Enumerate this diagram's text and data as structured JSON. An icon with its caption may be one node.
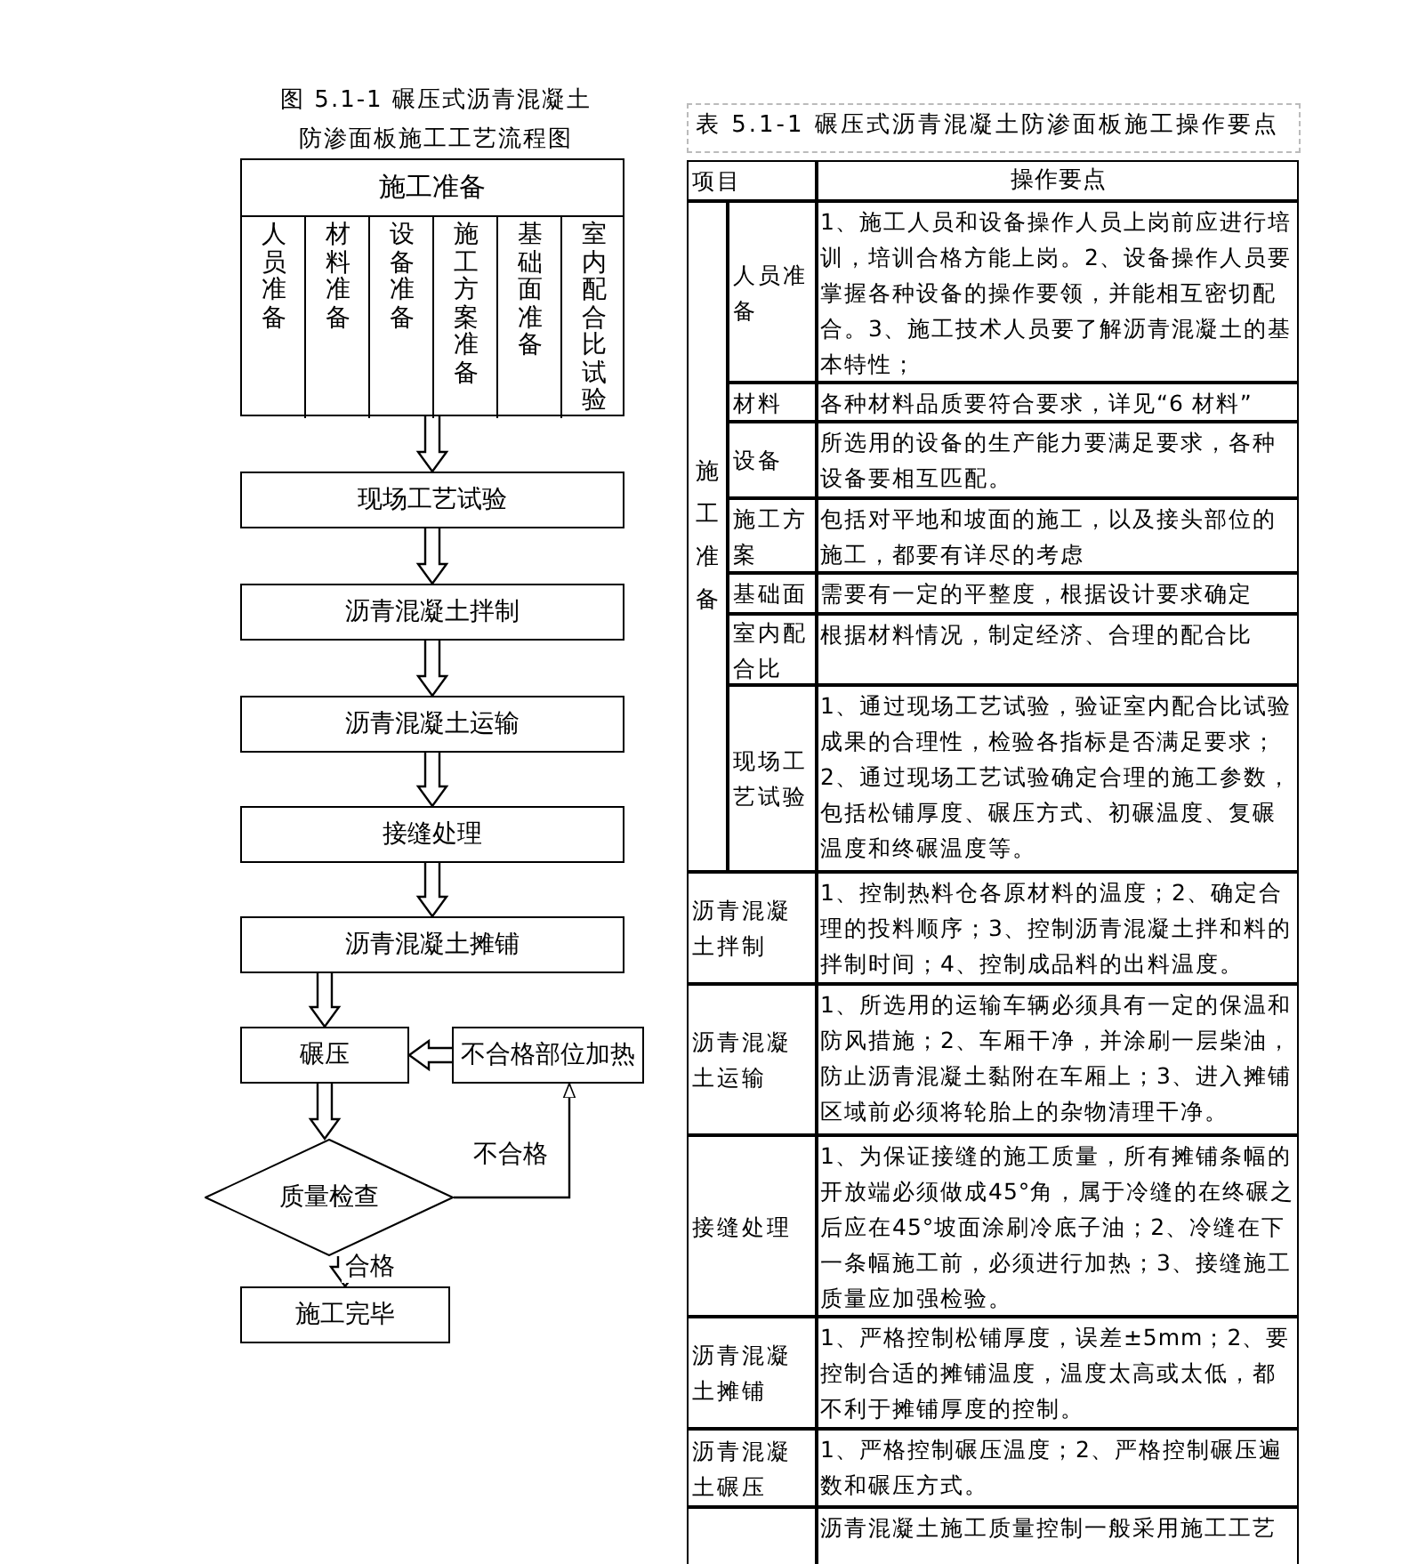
{
  "diagram": {
    "title": "图 5.1-1 碾压式沥青混凝土防渗面板施工工艺流程图",
    "nodes": [
      {
        "text": [
          "施工准备"
        ]
      },
      {
        "text": [
          "人员准备"
        ],
        "in": 0
      },
      {
        "text": [
          "材料准备"
        ],
        "in": 0
      },
      {
        "text": [
          "设备准备"
        ],
        "in": 0
      },
      {
        "text": [
          "施工方案准备"
        ],
        "in": 0
      },
      {
        "text": [
          "基础面准备"
        ],
        "in": 0
      },
      {
        "text": [
          "室内配合比试验"
        ],
        "in": 0
      },
      {
        "text": [
          "现场工艺试验"
        ]
      },
      {
        "text": [
          "沥青混凝土拌制"
        ]
      },
      {
        "text": [
          "沥青混凝土运输"
        ]
      },
      {
        "text": [
          "接缝处理"
        ]
      },
      {
        "text": [
          "沥青混凝土摊铺"
        ]
      },
      {
        "text": [
          "碾压"
        ]
      },
      {
        "text": [
          "不合格部位加热"
        ]
      },
      {
        "text": [
          "质量检查"
        ]
      },
      {
        "text": [
          "施工完毕"
        ]
      }
    ],
    "edges": [
      {
        "from": 0,
        "to": 7,
        "arrow": "to"
      },
      {
        "from": 7,
        "to": 8,
        "arrow": "to"
      },
      {
        "from": 8,
        "to": 9,
        "arrow": "to"
      },
      {
        "from": 9,
        "to": 10,
        "arrow": "to"
      },
      {
        "from": 10,
        "to": 11,
        "arrow": "to"
      },
      {
        "from": 11,
        "to": 12,
        "arrow": "to"
      },
      {
        "from": 13,
        "to": 12,
        "arrow": "to"
      },
      {
        "from": 12,
        "to": 14,
        "arrow": "to"
      },
      {
        "from": 14,
        "to": 13,
        "arrow": "to",
        "label": "不合格"
      },
      {
        "from": 14,
        "to": 15,
        "arrow": "to",
        "label": "合格"
      }
    ],
    "labels": [
      "表 5.1-1 碾压式沥青混凝土防渗面板施工操作要点",
      "项目",
      "操作要点",
      "施工准备",
      "人员准备",
      "1、施工人员和设备操作人员上岗前应进行培训，培训合格方能上岗。2、设备操作人员要掌握各种设备的操作要领，并能相互密切配合。3、施工技术人员要了解沥青混凝土的基本特性；",
      "材料",
      "各种材料品质要符合要求，详见“6 材料”",
      "设备",
      "所选用的设备的生产能力要满足要求，各种设备要相互匹配。",
      "施工方案",
      "包括对平地和坡面的施工，以及接头部位的施工，都要有详尽的考虑",
      "基础面",
      "需要有一定的平整度，根据设计要求确定",
      "室内配合比",
      "根据材料情况，制定经济、合理的配合比",
      "现场工艺试验",
      "1、通过现场工艺试验，验证室内配合比试验成果的合理性，检验各指标是否满足要求；2、通过现场工艺试验确定合理的施工参数，包括松铺厚度、碾压方式、初碾温度、复碾温度和终碾温度等。",
      "沥青混凝土拌制",
      "1、控制热料仓各原材料的温度；2、确定合理的投料顺序；3、控制沥青混凝土拌和料的拌制时间；4、控制成品料的出料温度。",
      "沥青混凝土运输",
      "1、所选用的运输车辆必须具有一定的保温和防风措施；2、车厢干净，并涂刷一层柴油，防止沥青混凝土黏附在车厢上；3、进入摊铺区域前必须将轮胎上的杂物清理干净。",
      "接缝处理",
      "1、为保证接缝的施工质量，所有摊铺条幅的开放端必须做成45°角，属于冷缝的在终碾之后应在45°坡面涂刷冷底子油；2、冷缝在下一条幅施工前，必须进行加热；3、接缝施工质量应加强检验。",
      "沥青混凝土摊铺",
      "1、严格控制松铺厚度，误差±5mm；2、要控制合适的摊铺温度，温度太高或太低，都不利于摊铺厚度的控制。",
      "沥青混凝土碾压",
      "1、严格控制碾压温度；2、严格控制碾压遍数和碾压方式。",
      "沥青混凝土施工质量控制一般采用施工工艺"
    ]
  }
}
